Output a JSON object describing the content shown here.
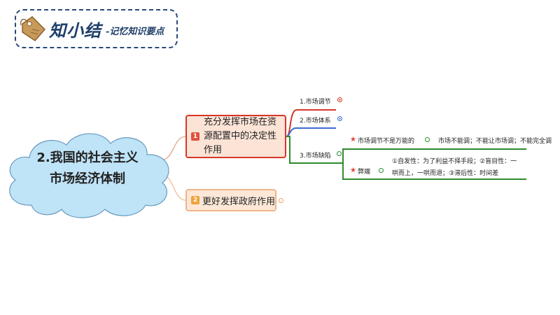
{
  "header": {
    "title": "知小结",
    "subtitle": "-记忆知识要点",
    "icon": "tag-icon"
  },
  "central_topic": {
    "line1": "2.我国的社会主义",
    "line2": "市场经济体制"
  },
  "branches": [
    {
      "number": "1",
      "label": "充分发挥市场在资源配置中的决定性作用",
      "children": [
        {
          "label": "1.市场调节"
        },
        {
          "label": "2.市场体系"
        },
        {
          "label": "3.市场缺陷",
          "children": [
            {
              "label": "市场调节不是万能的",
              "detail": "市场不能调；不能让市场调；不能完全调"
            },
            {
              "label": "弊端",
              "detail_line1": "①自发性：为了利益不择手段；②盲目性：一",
              "detail_line2": "哄而上，一哄而退；③滞后性：时间差"
            }
          ]
        }
      ]
    },
    {
      "number": "2",
      "label": "更好发挥政府作用"
    }
  ],
  "colors": {
    "header_border": "#2a4a7a",
    "cloud_fill": "#bfe3f7",
    "cloud_stroke": "#6a9bc0",
    "branch1_border": "#d6372a",
    "branch1_fill": "#fbe3d6",
    "branch2_border": "#f0b58a",
    "branch2_fill": "#fde8d7",
    "line_red": "#d6372a",
    "line_blue": "#3b6fd0",
    "line_green": "#2e8b2e",
    "star": "#e0463a"
  }
}
